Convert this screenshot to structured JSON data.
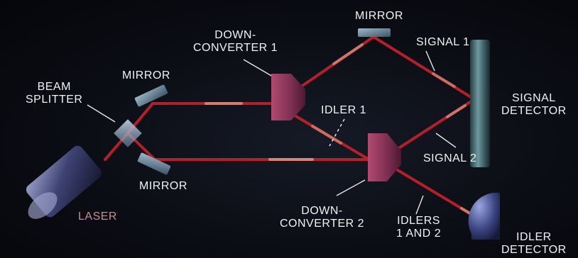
{
  "labels": {
    "mirror_top": "MIRROR",
    "down_converter_1": "DOWN-\nCONVERTER 1",
    "signal_1": "SIGNAL 1",
    "beam_splitter": "BEAM\nSPLITTER",
    "mirror_upper_left": "MIRROR",
    "idler_1": "IDLER 1",
    "signal_detector": "SIGNAL\nDETECTOR",
    "signal_2": "SIGNAL 2",
    "mirror_lower_left": "MIRROR",
    "laser": "LASER",
    "down_converter_2": "DOWN-\nCONVERTER 2",
    "idlers_1_and_2": "IDLERS\n1 AND 2",
    "idler_detector": "IDLER\nDETECTOR"
  },
  "colors": {
    "background": "#0b0d14",
    "beam": "#b3202a",
    "beam_glow": "#f2c9a0",
    "crystal": "#8a3a5a",
    "mirror": "#5d7f96",
    "detector": "#4f7f86",
    "idler_detector": "#4a5a9a",
    "label_text": "#f2f2f2",
    "laser_label": "#c98b95"
  }
}
